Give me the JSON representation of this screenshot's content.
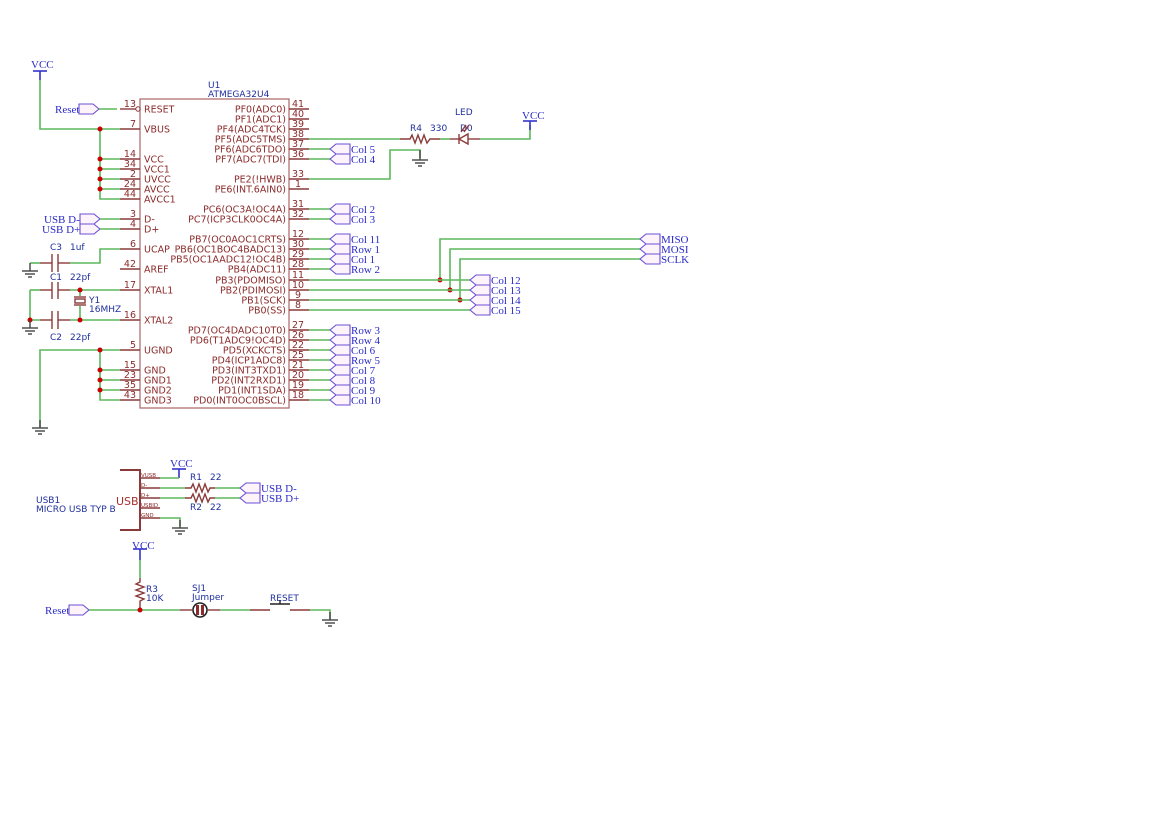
{
  "u1": {
    "ref": "U1",
    "value": "ATMEGA32U4",
    "left_pins": [
      {
        "num": "13",
        "name": "RESET"
      },
      {
        "num": "7",
        "name": "VBUS"
      },
      {
        "num": "14",
        "name": "VCC"
      },
      {
        "num": "34",
        "name": "VCC1"
      },
      {
        "num": "2",
        "name": "UVCC"
      },
      {
        "num": "24",
        "name": "AVCC"
      },
      {
        "num": "44",
        "name": "AVCC1"
      },
      {
        "num": "3",
        "name": "D-"
      },
      {
        "num": "4",
        "name": "D+"
      },
      {
        "num": "6",
        "name": "UCAP"
      },
      {
        "num": "42",
        "name": "AREF"
      },
      {
        "num": "17",
        "name": "XTAL1"
      },
      {
        "num": "16",
        "name": "XTAL2"
      },
      {
        "num": "5",
        "name": "UGND"
      },
      {
        "num": "15",
        "name": "GND"
      },
      {
        "num": "23",
        "name": "GND1"
      },
      {
        "num": "35",
        "name": "GND2"
      },
      {
        "num": "43",
        "name": "GND3"
      }
    ],
    "right_pins": [
      {
        "num": "41",
        "name": "PF0(ADC0)",
        "net": ""
      },
      {
        "num": "40",
        "name": "PF1(ADC1)",
        "net": ""
      },
      {
        "num": "39",
        "name": "PF4(ADC4TCK)",
        "net": ""
      },
      {
        "num": "38",
        "name": "PF5(ADC5TMS)",
        "net": ""
      },
      {
        "num": "37",
        "name": "PF6(ADC6TDO)",
        "net": "Col 5"
      },
      {
        "num": "36",
        "name": "PF7(ADC7(TDI)",
        "net": "Col 4"
      },
      {
        "num": "33",
        "name": "PE2(!HWB)",
        "net": ""
      },
      {
        "num": "1",
        "name": "PE6(INT.6AIN0)",
        "net": ""
      },
      {
        "num": "31",
        "name": "PC6(OC3A!OC4A)",
        "net": "Col 2"
      },
      {
        "num": "32",
        "name": "PC7(ICP3CLK0OC4A)",
        "net": "Col 3"
      },
      {
        "num": "12",
        "name": "PB7(OC0AOC1CRTS)",
        "net": "Col 11"
      },
      {
        "num": "30",
        "name": "PB6(OC1BOC4BADC13)",
        "net": "Row 1"
      },
      {
        "num": "29",
        "name": "PB5(OC1AADC12!OC4B)",
        "net": "Col 1"
      },
      {
        "num": "28",
        "name": "PB4(ADC11)",
        "net": "Row 2"
      },
      {
        "num": "11",
        "name": "PB3(PDOMISO)",
        "net": "Col 12"
      },
      {
        "num": "10",
        "name": "PB2(PDIMOSI)",
        "net": "Col 13"
      },
      {
        "num": "9",
        "name": "PB1(SCK)",
        "net": "Col 14"
      },
      {
        "num": "8",
        "name": "PB0(SS)",
        "net": "Col 15"
      },
      {
        "num": "27",
        "name": "PD7(OC4DADC10T0)",
        "net": "Row 3"
      },
      {
        "num": "26",
        "name": "PD6(T1ADC9!OC4D)",
        "net": "Row 4"
      },
      {
        "num": "22",
        "name": "PD5(XCKCTS)",
        "net": "Col 6"
      },
      {
        "num": "25",
        "name": "PD4(ICP1ADC8)",
        "net": "Row 5"
      },
      {
        "num": "21",
        "name": "PD3(INT3TXD1)",
        "net": "Col 7"
      },
      {
        "num": "20",
        "name": "PD2(INT2RXD1)",
        "net": "Col 8"
      },
      {
        "num": "19",
        "name": "PD1(INT1SDA)",
        "net": "Col 9"
      },
      {
        "num": "18",
        "name": "PD0(INT0OC0BSCL)",
        "net": "Col 10"
      }
    ]
  },
  "power": {
    "vcc": "VCC"
  },
  "labels": {
    "reset": "Reset",
    "usb_dm": "USB D-",
    "usb_dp": "USB D+",
    "miso": "MISO",
    "mosi": "MOSI",
    "sclk": "SCLK"
  },
  "components": {
    "c3": {
      "ref": "C3",
      "value": "1uf"
    },
    "c1": {
      "ref": "C1",
      "value": "22pf"
    },
    "c2": {
      "ref": "C2",
      "value": "22pf"
    },
    "y1": {
      "ref": "Y1",
      "value": "16MHZ"
    },
    "r4": {
      "ref": "R4",
      "value": "330"
    },
    "led": {
      "ref": "D0",
      "value": "LED"
    },
    "r1": {
      "ref": "R1",
      "value": "22"
    },
    "r2": {
      "ref": "R2",
      "value": "22"
    },
    "r3": {
      "ref": "R3",
      "value": "10K"
    },
    "sj1": {
      "ref": "SJ1",
      "value": "Jumper"
    },
    "reset_sw": {
      "ref": "RESET"
    },
    "usb1": {
      "ref": "USB1",
      "value": "MICRO USB TYP B",
      "body_label": "USB",
      "pins": [
        "VUSB",
        "D-",
        "D+",
        "USBID",
        "GND"
      ]
    }
  }
}
